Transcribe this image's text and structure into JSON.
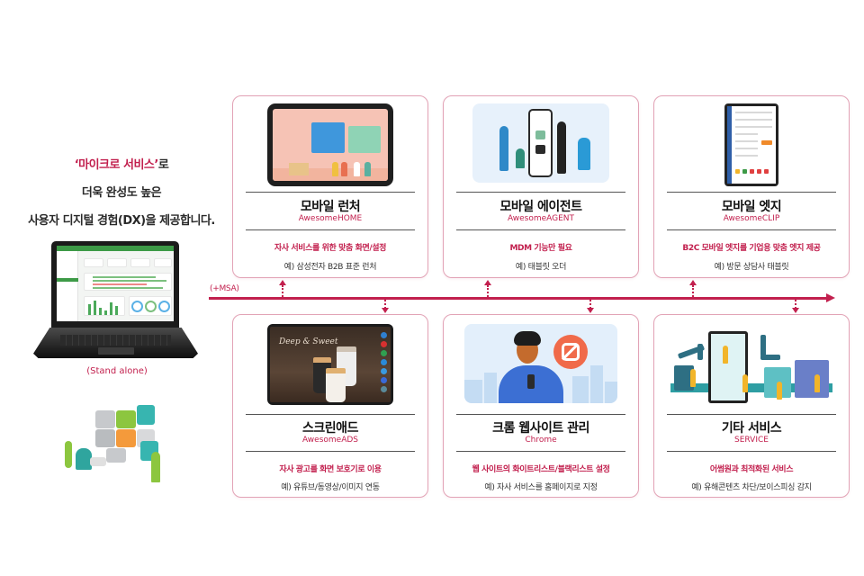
{
  "intro": {
    "line1_accent": "‘마이크로 서비스’",
    "line1_rest": "로",
    "line2": "더욱 완성도 높은",
    "line3": "사용자 디지털 경험(DX)을 제공합니다."
  },
  "standalone": {
    "label": "(Stand alone)",
    "laptop_image": "laptop-dashboard-screenshot",
    "puzzle_image": "team-puzzle-illustration"
  },
  "timeline": {
    "label": "(+MSA)",
    "color": "#c2204e"
  },
  "cards_top": [
    {
      "title": "모바일 런처",
      "subtitle": "AwesomeHOME",
      "description": "자사 서비스를 위한 맞춤 화면/설정",
      "example": "예) 삼성전자 B2B 표준 런처",
      "image": "tablet-launcher-screenshot"
    },
    {
      "title": "모바일 에이전트",
      "subtitle": "AwesomeAGENT",
      "description": "MDM 기능만 필요",
      "example": "예) 태블릿 오더",
      "image": "mobile-agent-illustration"
    },
    {
      "title": "모바일 엣지",
      "subtitle": "AwesomeCLIP",
      "description": "B2C 모바일 엣지를 기업용 맞춤 엣지 제공",
      "example": "예) 방문 상담사 태블릿",
      "image": "mobile-edge-screenshot"
    }
  ],
  "cards_bottom": [
    {
      "title": "스크린애드",
      "subtitle": "AwesomeADS",
      "description": "자사 광고를 화면 보호기로 이용",
      "example": "예) 유튜브/동영상/이미지 연동",
      "image": "tablet-screen-ad-screenshot",
      "ad_script": "Deep & Sweet"
    },
    {
      "title": "크롬 웹사이트 관리",
      "subtitle": "Chrome",
      "description": "웹 사이트의 화이트리스트/블랙리스트 설정",
      "example": "예) 자사 서비스를 홈페이지로 지정",
      "image": "chrome-block-illustration"
    },
    {
      "title": "기타 서비스",
      "subtitle": "SERVICE",
      "description": "어썸원과 최적화된 서비스",
      "example": "예) 유해콘텐츠 차단/보이스피싱 감지",
      "image": "smart-factory-illustration"
    }
  ],
  "colors": {
    "accent": "#c2204e",
    "card_border": "#e2a3b6",
    "text": "#111111"
  }
}
